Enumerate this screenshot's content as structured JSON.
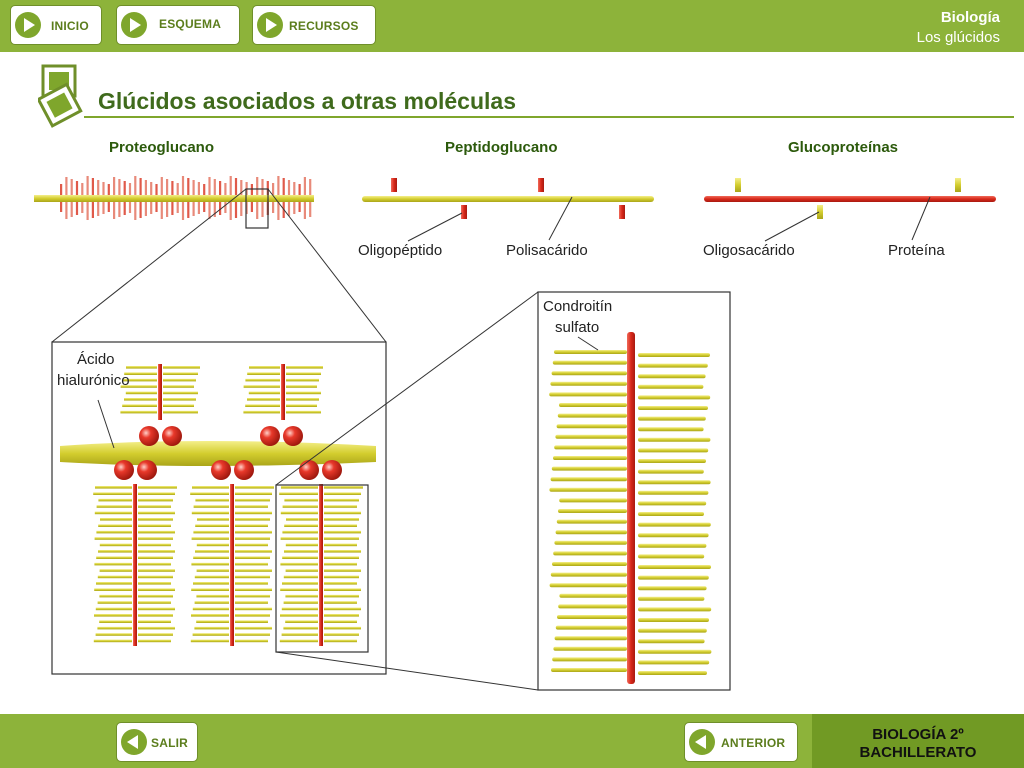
{
  "nav": {
    "inicio": "INICIO",
    "esquema": "ESQUEMA",
    "recursos": "RECURSOS",
    "salir": "SALIR",
    "anterior": "ANTERIOR"
  },
  "course": {
    "subject": "Biología",
    "topic": "Los glúcidos"
  },
  "page_title": "Glúcidos asociados a otras moléculas",
  "sections": {
    "proteoglucano": "Proteoglucano",
    "peptidoglucano": "Peptidoglucano",
    "glucoproteinas": "Glucoproteínas"
  },
  "labels": {
    "oligopeptido": "Oligopéptido",
    "polisacarido": "Polisacárido",
    "oligosacarido": "Oligosacárido",
    "proteina": "Proteína",
    "acido_1": "Ácido",
    "acido_2": "hialurónico",
    "condroitin_1": "Condroitín",
    "condroitin_2": "sulfato"
  },
  "footer": {
    "line1": "BIOLOGÍA 2º",
    "line2": "BACHILLERATO"
  },
  "colors": {
    "bar_green": "#8db33a",
    "title_green": "#3f6a1c",
    "chain_red": "#e03a2a",
    "chain_yellow": "#d8d23a"
  }
}
